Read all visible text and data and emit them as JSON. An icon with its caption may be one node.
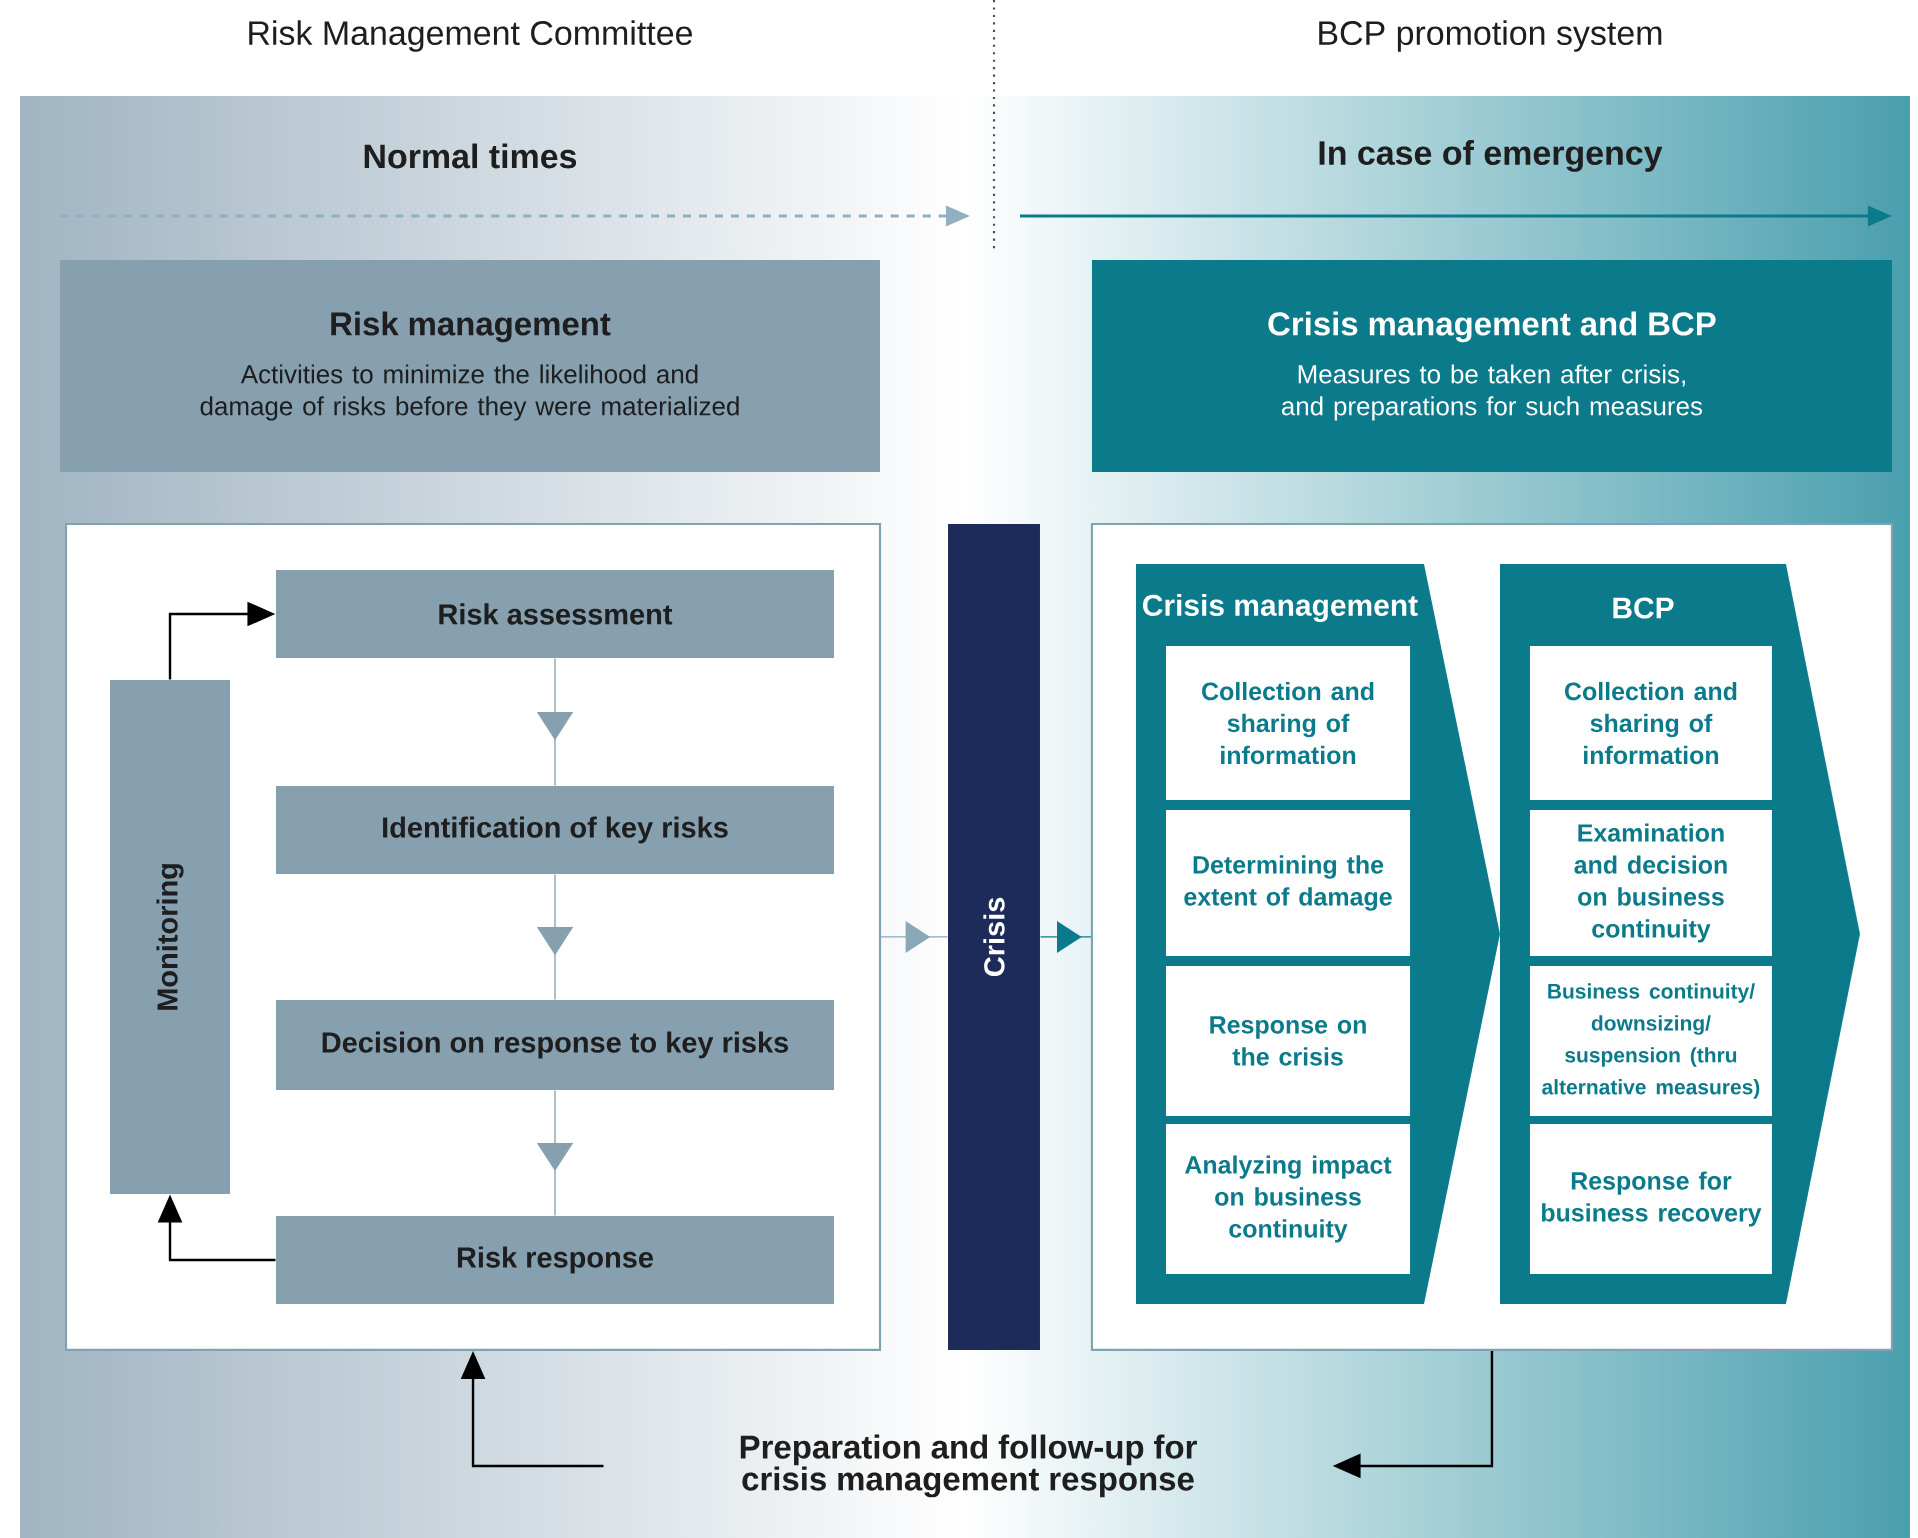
{
  "diagram": {
    "nodes": [
      {
        "text": [
          "Risk management",
          "Activities to minimize the likelihood and damage of risks before they were materialized"
        ]
      },
      {
        "text": [
          "Crisis management and BCP",
          "Measures to be taken after crisis, and preparations for such measures"
        ]
      },
      {
        "text": [],
        "shape": "box"
      },
      {
        "text": [
          "Risk assessment"
        ],
        "in": 2
      },
      {
        "text": [
          "Identification of key risks"
        ],
        "in": 2
      },
      {
        "text": [
          "Decision on response to key risks"
        ],
        "in": 2
      },
      {
        "text": [
          "Risk response"
        ],
        "in": 2
      },
      {
        "text": [
          "Monitoring"
        ],
        "in": 2
      },
      {
        "text": [
          "Crisis"
        ]
      },
      {
        "text": [],
        "shape": "box"
      },
      {
        "text": [
          "Crisis management"
        ],
        "in": 9
      },
      {
        "text": [
          "Collection and sharing of information"
        ],
        "in": 10
      },
      {
        "text": [
          "Determining the extent of damage"
        ],
        "in": 10
      },
      {
        "text": [
          "Response on the crisis"
        ],
        "in": 10
      },
      {
        "text": [
          "Analyzing impact on business continuity"
        ],
        "in": 10
      },
      {
        "text": [
          "BCP"
        ],
        "in": 9
      },
      {
        "text": [
          "Collection and sharing of information"
        ],
        "in": 15
      },
      {
        "text": [
          "Examination and decision on business continuity"
        ],
        "in": 15
      },
      {
        "text": [
          "Business continuity/ downsizing/ suspension (thru alternative measures)"
        ],
        "in": 15
      },
      {
        "text": [
          "Response for business recovery"
        ],
        "in": 15
      },
      {
        "text": [
          "Preparation and follow-up for crisis management response"
        ]
      }
    ],
    "edges": [
      {
        "from": 3,
        "to": 4,
        "arrow": "to",
        "color": "#87a0b0"
      },
      {
        "from": 4,
        "to": 5,
        "arrow": "to",
        "color": "#87a0b0"
      },
      {
        "from": 5,
        "to": 6,
        "arrow": "to",
        "color": "#87a0b0"
      },
      {
        "from": 6,
        "to": 7,
        "arrow": "to"
      },
      {
        "from": 7,
        "to": 3,
        "arrow": "to"
      },
      {
        "from": 2,
        "to": 8,
        "arrow": "to",
        "color": "#8aa9b8"
      },
      {
        "from": 8,
        "to": 9,
        "arrow": "to",
        "color": "#0b7b8c"
      },
      {
        "from": 20,
        "to": 2,
        "arrow": "to"
      },
      {
        "from": 9,
        "to": 20,
        "arrow": "to"
      }
    ],
    "labels": [
      "Risk Management Committee",
      "BCP promotion system",
      "Normal times",
      "In case of emergency"
    ]
  }
}
